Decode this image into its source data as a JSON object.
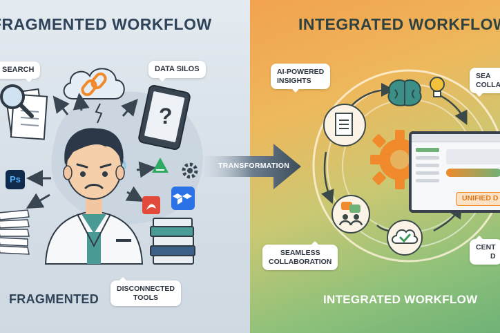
{
  "left_panel": {
    "title": "FRAGMENTED WORKFLOW",
    "bottom_label": "FRAGMENTED",
    "callouts": {
      "search": "SEARCH",
      "data_silos": "DATA SILOS",
      "disconnected_line1": "DISCONNECTED",
      "disconnected_line2": "TOOLS"
    },
    "tablet_glyph": "?",
    "app_icons": {
      "photoshop": "Ps"
    }
  },
  "transition": {
    "label": "TRANSFORMATION"
  },
  "right_panel": {
    "title": "INTEGRATED WORKFLOW",
    "bottom_label": "INTEGRATED WORKFLOW",
    "callouts": {
      "ai_line1": "AI-POWERED",
      "ai_line2": "INSIGHTS",
      "seamless_short_line1": "SEA",
      "seamless_short_line2": "COLLA",
      "seamless_line1": "SEAMLESS",
      "seamless_line2": "COLLABORATION",
      "centralized_line1": "CENT",
      "centralized_line2": "D"
    },
    "dashboard_button": "UNIFIED D"
  },
  "colors": {
    "left_bg": "#d6dfe7",
    "right_orange": "#f2a24e",
    "right_green": "#6fb277",
    "accent_orange": "#f08a2c",
    "dark_navy": "#2f4358"
  }
}
